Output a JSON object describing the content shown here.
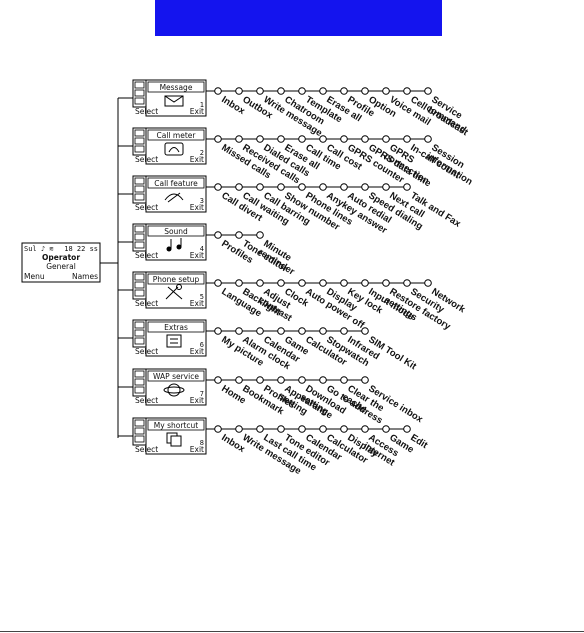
{
  "header": {
    "color": "#1414ee"
  },
  "idle": {
    "status": "Sul ♪ ≋",
    "time": "18 22 ss",
    "operator": "Operator",
    "profile": "General",
    "left_soft": "Menu",
    "right_soft": "Names"
  },
  "menus": [
    {
      "title": "Message",
      "index": "1",
      "left_soft": "Select",
      "right_soft": "Exit",
      "icon": "envelope-icon",
      "items": [
        "Inbox",
        "Outbox",
        "Write message",
        "Chatroom",
        "Template",
        "Erase all",
        "Profile",
        "Option",
        "Voice mail",
        "Cell broadcast",
        "Service command"
      ]
    },
    {
      "title": "Call meter",
      "index": "2",
      "left_soft": "Select",
      "right_soft": "Exit",
      "icon": "meter-icon",
      "items": [
        "Missed calls",
        "Received calls",
        "Dialed calls",
        "Erase all",
        "Call time",
        "Call cost",
        "GPRS counter",
        "GPRS data time",
        "GPRS connection",
        "In-call count",
        "Session information"
      ]
    },
    {
      "title": "Call feature",
      "index": "3",
      "left_soft": "Select",
      "right_soft": "Exit",
      "icon": "handset-icon",
      "items": [
        "Call divert",
        "Call waiting",
        "Call barring",
        "Show number",
        "Phone lines",
        "Anykey answer",
        "Auto redial",
        "Speed dialing",
        "Next call",
        "Talk and Fax"
      ]
    },
    {
      "title": "Sound",
      "index": "4",
      "left_soft": "Select",
      "right_soft": "Exit",
      "icon": "music-note-icon",
      "items": [
        "Profiles",
        "Tone editor",
        "Minute reminder"
      ]
    },
    {
      "title": "Phone setup",
      "index": "5",
      "left_soft": "Select",
      "right_soft": "Exit",
      "icon": "tools-icon",
      "items": [
        "Language",
        "Backlight",
        "Adjust contrast",
        "Clock",
        "Auto power off",
        "Display",
        "Key lock",
        "Input mode",
        "Restore factory settings",
        "Security",
        "Network"
      ]
    },
    {
      "title": "Extras",
      "index": "6",
      "left_soft": "Select",
      "right_soft": "Exit",
      "icon": "extras-icon",
      "items": [
        "My picture",
        "Alarm clock",
        "Calendar",
        "Game",
        "Calculator",
        "Stopwatch",
        "Infrared",
        "SIM Tool Kit"
      ]
    },
    {
      "title": "WAP service",
      "index": "7",
      "left_soft": "Select",
      "right_soft": "Exit",
      "icon": "globe-icon",
      "items": [
        "Home",
        "Bookmark",
        "Profiles",
        "Appearance setting",
        "Download setting",
        "Go to address",
        "Clear the cache",
        "Service inbox"
      ]
    },
    {
      "title": "My shortcut",
      "index": "8",
      "left_soft": "Select",
      "right_soft": "Exit",
      "icon": "shortcut-icon",
      "items": [
        "Inbox",
        "Write message",
        "Last call time",
        "Tone editor",
        "Calendar",
        "Calculator",
        "Display",
        "Access internet",
        "Game",
        "Edit"
      ]
    }
  ]
}
